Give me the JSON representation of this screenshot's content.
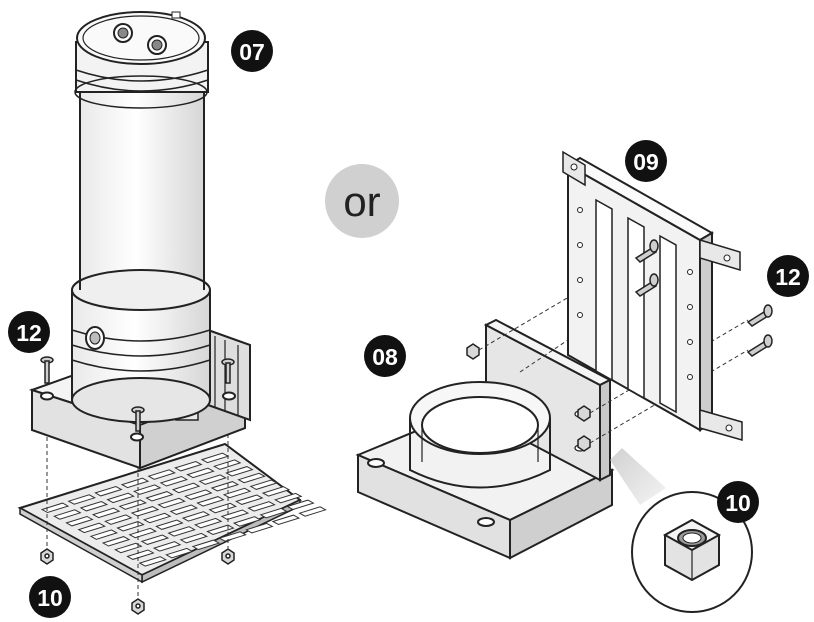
{
  "callouts": {
    "c07": "07",
    "c08": "08",
    "c09": "09",
    "c10_left": "10",
    "c10_right": "10",
    "c12_left": "12",
    "c12_right": "12"
  },
  "separator": "or",
  "colors": {
    "badge": "#111111",
    "badge_text": "#ffffff",
    "or_circle": "#d0d0d0",
    "stroke": "#222222",
    "fill_light": "#f2f2f2",
    "fill_mid": "#dcdcdc"
  },
  "icons": {
    "reservoir": "cylinder-reservoir",
    "nut": "hex-nut",
    "screw": "screw"
  }
}
